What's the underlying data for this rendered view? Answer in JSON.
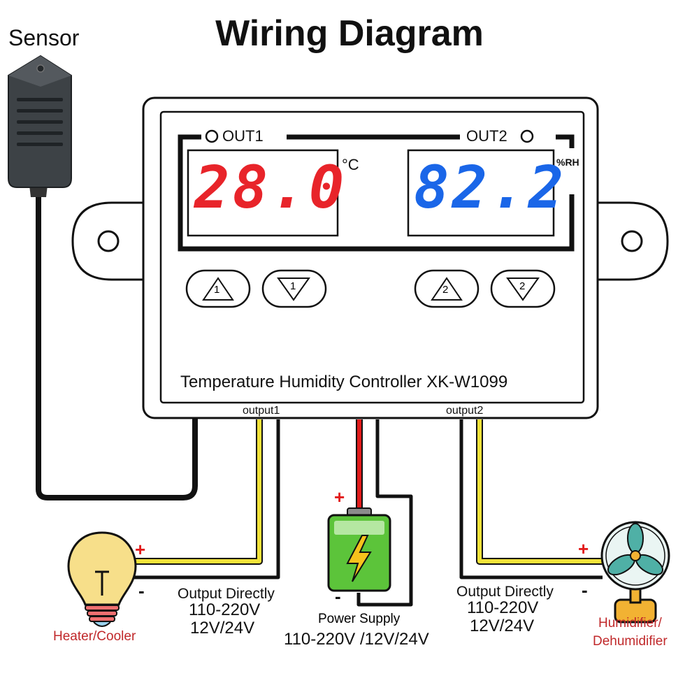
{
  "title": "Wiring Diagram",
  "sensor_label": "Sensor",
  "controller": {
    "out1_label": "OUT1",
    "out2_label": "OUT2",
    "temp_value": "28.0",
    "temp_unit": "°C",
    "humidity_value": "82.2",
    "humidity_unit": "%RH",
    "buttons": [
      {
        "direction": "up",
        "number": "1"
      },
      {
        "direction": "down",
        "number": "1"
      },
      {
        "direction": "up",
        "number": "2"
      },
      {
        "direction": "down",
        "number": "2"
      }
    ],
    "model_label": "Temperature Humidity Controller XK-W1099",
    "output1_label": "output1",
    "output2_label": "output2"
  },
  "left_device": {
    "output_text": "Output Directly",
    "voltage_1": "110-220V",
    "voltage_2": "12V/24V",
    "device_label": "Heater/Cooler",
    "plus": "+",
    "minus": "-"
  },
  "power_supply": {
    "label": "Power Supply",
    "voltage": "110-220V /12V/24V",
    "plus": "+",
    "minus": "-"
  },
  "right_device": {
    "output_text": "Output Directly",
    "voltage_1": "110-220V",
    "voltage_2": "12V/24V",
    "device_label_1": "Humidifier/",
    "device_label_2": "Dehumidifier",
    "plus": "+",
    "minus": "-"
  },
  "colors": {
    "temp_display": "#e8242a",
    "humidity_display": "#1a66e8",
    "wire_black": "#111111",
    "wire_red": "#e21b1b",
    "wire_yellow": "#f2e33a",
    "label_red": "#c0282a",
    "battery_green": "#5cc43a",
    "bulb_yellow": "#f7df8a",
    "fan_teal": "#4fb0a6",
    "fan_gold": "#f2b233"
  }
}
